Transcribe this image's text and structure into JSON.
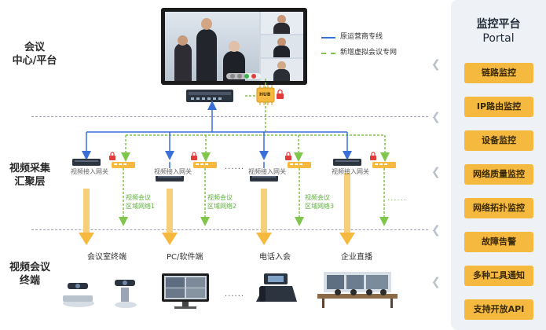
{
  "layers": {
    "center": "会议\n中心/平台",
    "gather": "视频采集\n汇聚层",
    "terminal": "视频会议\n终端"
  },
  "legend": {
    "blue": {
      "label": "原运营商专线",
      "color": "#3b6fd8"
    },
    "green": {
      "label": "新增虚拟会议专网",
      "color": "#7fc64a"
    }
  },
  "hub_label": "HUB",
  "gateways": [
    {
      "label": "视频接入网关"
    },
    {
      "label": "视频接入网关"
    },
    {
      "label": "视频接入网关"
    },
    {
      "label": "视频接入网关"
    }
  ],
  "ellipsis": "......",
  "subnets": [
    {
      "line1": "视频会议",
      "line2": "区域网络1"
    },
    {
      "line1": "视频会议",
      "line2": "区域网络2"
    },
    {
      "line1": "视频会议",
      "line2": "区域网络3"
    }
  ],
  "endpoints": [
    {
      "label": "会议室终端"
    },
    {
      "label": "PC/软件端"
    },
    {
      "label": "电话入会"
    },
    {
      "label": "企业直播"
    }
  ],
  "portal": {
    "title_line1": "监控平台",
    "title_line2": "Portal",
    "items": [
      "链路监控",
      "IP路由监控",
      "设备监控",
      "网络质量监控",
      "网络拓扑监控",
      "故障告警",
      "多种工具通知",
      "支持开放API"
    ]
  },
  "colors": {
    "blue": "#3b6fd8",
    "green": "#7fc64a",
    "orange": "#f4b93e",
    "lock": "#e23b3b"
  },
  "icons": [
    "switch-icon",
    "hub-icon",
    "lock-icon",
    "gateway-icon",
    "router-icon",
    "conference-camera-icon",
    "pc-monitor-icon",
    "desk-phone-icon",
    "livestream-room-icon",
    "chevron-left-icon",
    "monitor-icon"
  ]
}
